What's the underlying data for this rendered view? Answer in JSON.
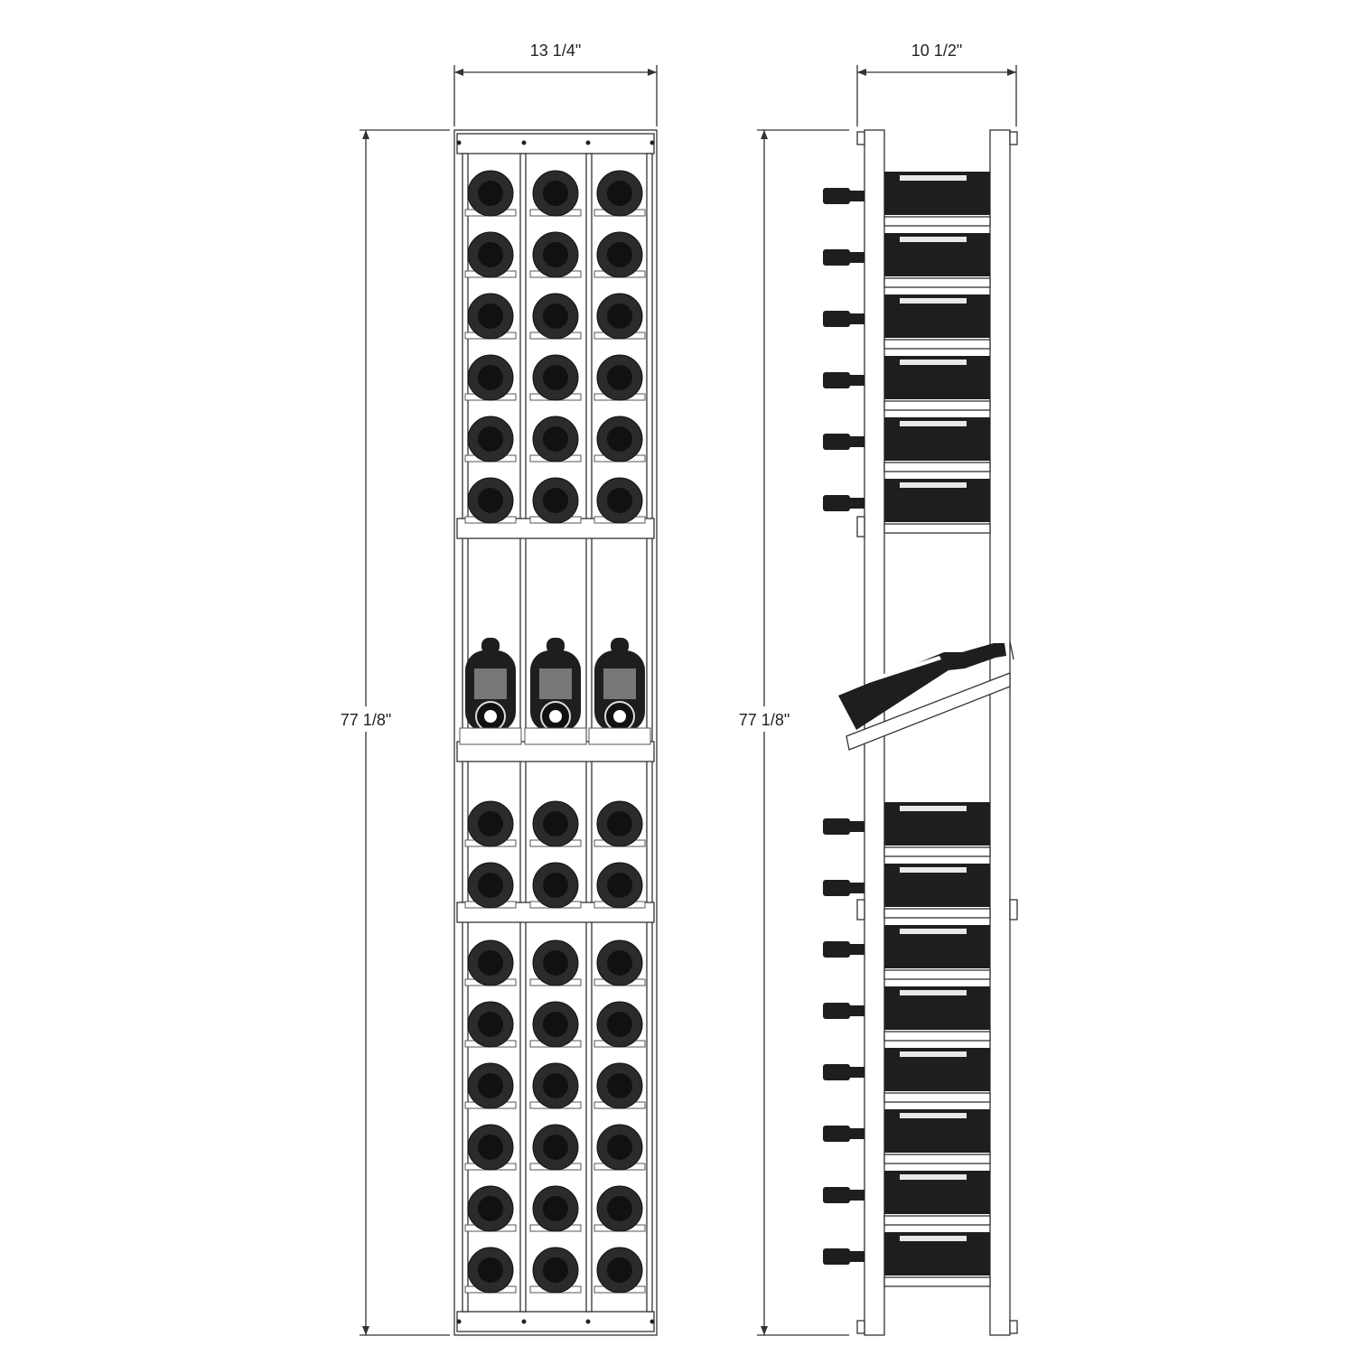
{
  "front_view": {
    "width_label": "13 1/4\"",
    "height_label": "77 1/8\"",
    "columns": 3,
    "upper_section_rows": 6,
    "middle_section_rows": 2,
    "lower_section_rows": 6,
    "display_bottles": 3
  },
  "side_view": {
    "depth_label": "10 1/2\"",
    "height_label": "77 1/8\"",
    "upper_bottle_rows": 6,
    "lower_bottle_rows": 8,
    "display_bottles": 1
  },
  "colors": {
    "line": "#333333",
    "bottle": "#1e1e1e",
    "background": "#ffffff"
  }
}
